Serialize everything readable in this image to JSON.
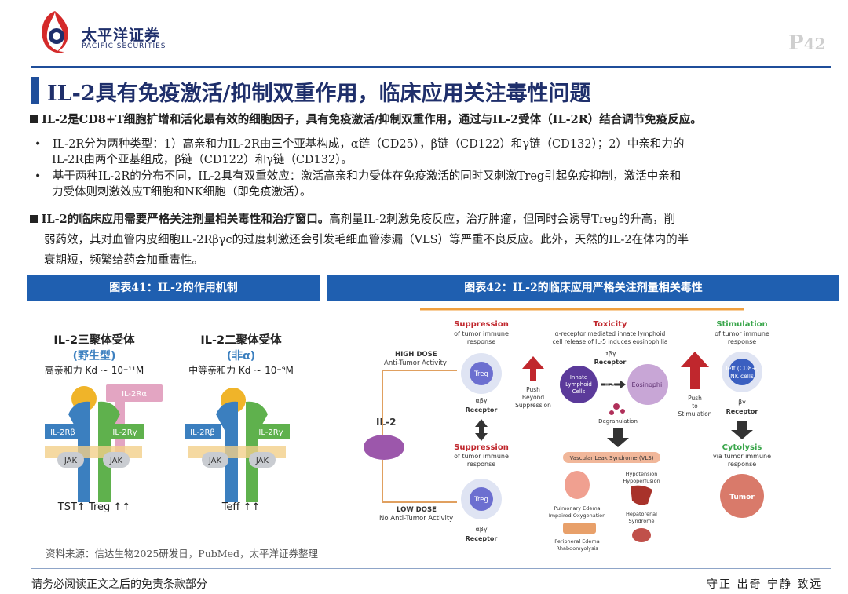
{
  "header": {
    "brand_cn": "太平洋证券",
    "brand_en": "PACIFIC SECURITIES",
    "page_prefix": "P",
    "page_number": "42"
  },
  "title": "IL-2具有免疫激活/抑制双重作用，临床应用关注毒性问题",
  "bullet1": {
    "bold": "IL-2是CD8+T细胞扩增和活化最有效的细胞因子，具有免疫激活/抑制双重作用，通过与IL-2受体（IL-2R）结合调节免疫反应。",
    "sub1_line1": "IL-2R分为两种类型：1）高亲和力IL-2R由三个亚基构成，α链（CD25），β链（CD122）和γ链（CD132）；2）中亲和力的",
    "sub1_line2": "IL-2R由两个亚基组成，β链（CD122）和γ链（CD132）。",
    "sub2_line1": "基于两种IL-2R的分布不同，IL-2具有双重效应：激活高亲和力受体在免疫激活的同时又刺激Treg引起免疫抑制，激活中亲和",
    "sub2_line2": "力受体则刺激效应T细胞和NK细胞（即免疫激活）。"
  },
  "bullet2": {
    "bold": "IL-2的临床应用需要严格关注剂量相关毒性和治疗窗口。",
    "line1_rest": "高剂量IL-2刺激免疫反应，治疗肿瘤，但同时会诱导Treg的升高，削",
    "line2": "弱药效，其对血管内皮细胞IL-2Rβγc的过度刺激还会引发毛细血管渗漏（VLS）等严重不良反应。此外，天然的IL-2在体内的半",
    "line3": "衰期短，频繁给药会加重毒性。"
  },
  "figure41": {
    "caption": "图表41：IL-2的作用机制",
    "left": {
      "title": "IL-2三聚体受体",
      "subtitle": "(野生型)",
      "affinity": "高亲和力 Kd ~ 10⁻¹¹M",
      "alpha": "IL-2Rα",
      "beta": "IL-2Rβ",
      "gamma": "IL-2Rγ",
      "jak1": "JAK",
      "jak2": "JAK",
      "effect": "TST↑ Treg ↑↑"
    },
    "right": {
      "title": "IL-2二聚体受体",
      "subtitle": "(非α)",
      "affinity": "中等亲和力 Kd ~ 10⁻⁹M",
      "beta": "IL-2Rβ",
      "gamma": "IL-2Rγ",
      "jak1": "JAK",
      "jak2": "JAK",
      "effect": "Teff ↑↑"
    },
    "source": "资料来源：信达生物2025研发日，PubMed，太平洋证券整理"
  },
  "figure42": {
    "caption": "图表42：IL-2的临床应用严格关注剂量相关毒性",
    "il2": "IL-2",
    "high_dose": "HIGH DOSE",
    "high_dose_sub": "Anti-Tumor Activity",
    "low_dose": "LOW DOSE",
    "low_dose_sub": "No Anti-Tumor Activity",
    "suppression_top": "Suppression",
    "suppression_top_sub1": "of tumor immune",
    "suppression_top_sub2": "response",
    "treg": "Treg",
    "abg_receptor": "αβγ",
    "receptor": "Receptor",
    "suppression_mid": "Suppression",
    "suppression_mid_sub1": "of tumor immune",
    "suppression_mid_sub2": "response",
    "treg2": "Treg",
    "abg_receptor2": "αβγ",
    "receptor2": "Receptor",
    "push_beyond1": "Push",
    "push_beyond2": "Beyond",
    "push_beyond3": "Suppression",
    "toxicity": "Toxicity",
    "toxicity_sub1": "α-receptor mediated innate lymphoid",
    "toxicity_sub2": "cell release of IL-5 induces eosinophilia",
    "abg_receptor3": "αβγ",
    "receptor3": "Receptor",
    "innate1": "Innate",
    "innate2": "Lymphoid",
    "innate3": "Cells",
    "il5": "IL-5",
    "eosinophil": "Eosinophil",
    "degranulation": "Degranulation",
    "vls": "Vascular Leak Syndrome (VLS)",
    "pulmonary1": "Pulmonary Edema",
    "pulmonary2": "Impaired Oxygenation",
    "hypotension1": "Hypotension",
    "hypotension2": "Hypoperfusion",
    "hepatorenal1": "Hepatorenal",
    "hepatorenal2": "Syndrome",
    "peripheral1": "Peripheral Edema",
    "peripheral2": "Rhabdomyolysis",
    "push_stim1": "Push",
    "push_stim2": "to",
    "push_stim3": "Stimulation",
    "stimulation": "Stimulation",
    "stimulation_sub1": "of tumor immune",
    "stimulation_sub2": "response",
    "teff1": "Teff (CD8+)",
    "teff2": "NK cells",
    "bg_receptor": "βγ",
    "receptor4": "Receptor",
    "cytolysis": "Cytolysis",
    "cytolysis_sub1": "via tumor immune",
    "cytolysis_sub2": "response",
    "tumor": "Tumor"
  },
  "footer": {
    "disclaimer": "请务必阅读正文之后的免责条款部分",
    "motto": "守正 出奇 宁静 致远"
  },
  "colors": {
    "brand_blue": "#1f4e9a",
    "figure_bar": "#1f5fb0",
    "suppression_red": "#c0272d",
    "stimulation_green": "#3aa64b",
    "receptor_green": "#5fb14d",
    "receptor_blue": "#3b7fbf",
    "alpha_pink": "#e3a5c2",
    "jak_gray": "#c9ccd1"
  }
}
